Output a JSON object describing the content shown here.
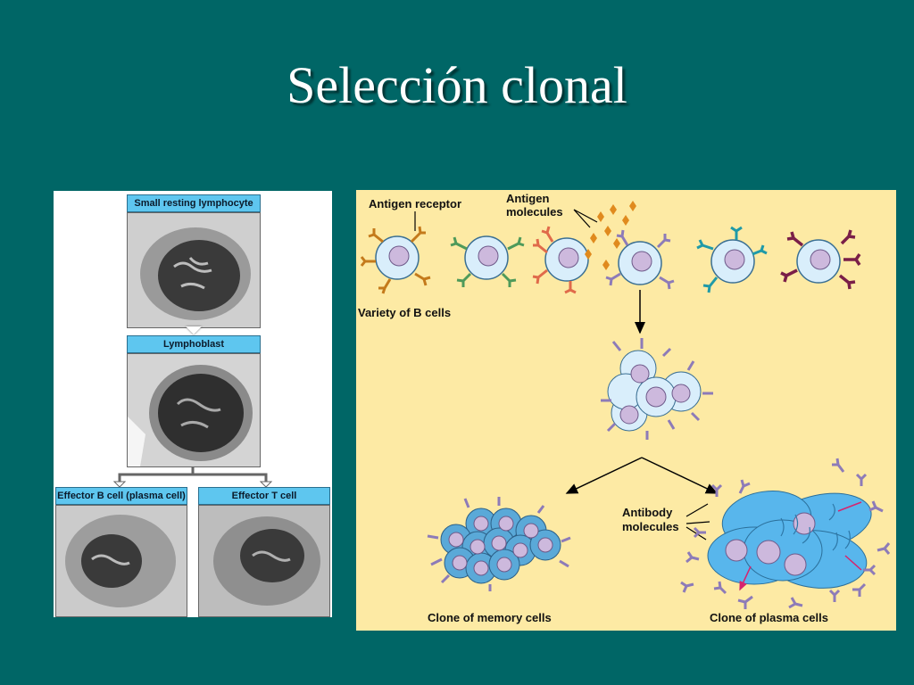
{
  "slide": {
    "title": "Selección clonal"
  },
  "micrograph": {
    "small_resting": "Small resting lymphocyte",
    "lymphoblast": "Lymphoblast",
    "effector_b": "Effector B cell (plasma cell)",
    "effector_t": "Effector T cell"
  },
  "diagram": {
    "antigen_receptor": "Antigen receptor",
    "antigen_l1": "Antigen",
    "antigen_l2": "molecules",
    "variety": "Variety of B cells",
    "antibody_l1": "Antibody",
    "antibody_l2": "molecules",
    "memory_clone": "Clone of memory cells",
    "plasma_clone": "Clone of plasma cells"
  },
  "colors": {
    "background": "#006666",
    "panel": "#fdeaa4",
    "label_box": "#5ec6ef",
    "cell_fill": "#d9eefb",
    "nucleus": "#cdb9dd",
    "memory_cell": "#5aa9d8",
    "plasma_cell": "#58b6ec",
    "antigen": "#e08a1e",
    "receptor_purple": "#8d7bb8",
    "arrow_red": "#d6246e"
  }
}
